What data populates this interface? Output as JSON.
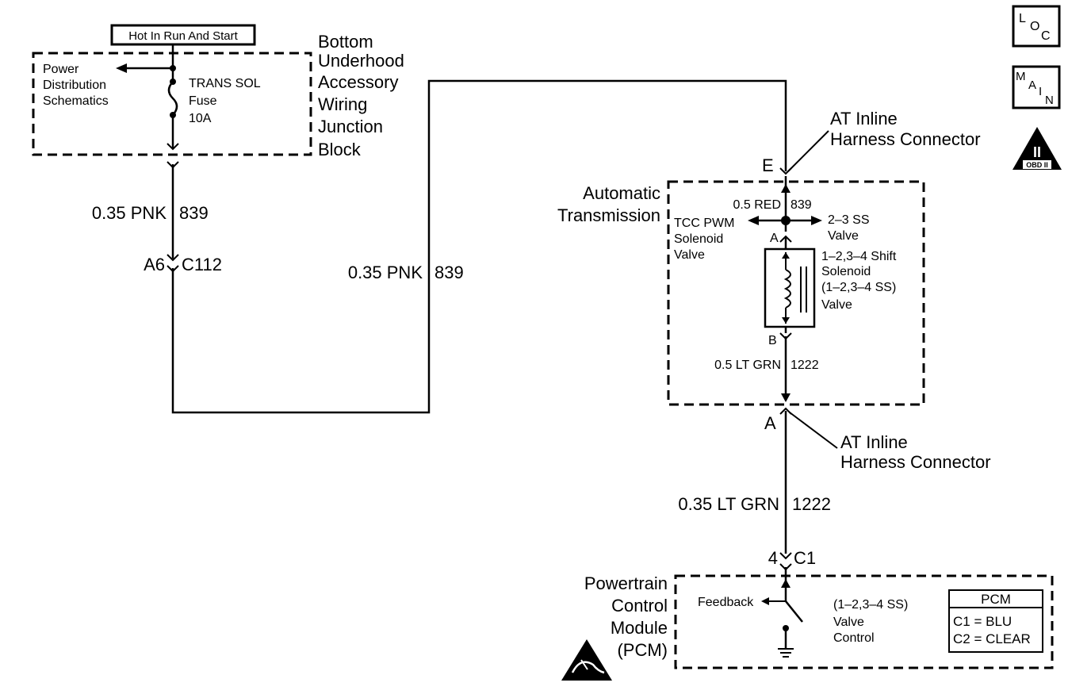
{
  "fuse_block": {
    "hot_label": "Hot In Run And Start",
    "name_lines": [
      "Bottom",
      "Underhood",
      "Accessory",
      "Wiring",
      "Junction",
      "Block"
    ],
    "power_dist_lines": [
      "Power",
      "Distribution",
      "Schematics"
    ],
    "fuse_lines": [
      "TRANS SOL",
      "Fuse",
      "10A"
    ]
  },
  "wires": {
    "w1_size_color": "0.35 PNK",
    "w1_circuit": "839",
    "c112_pin": "A6",
    "c112_name": "C112",
    "w2_size_color": "0.35 PNK",
    "w2_circuit": "839",
    "w3_size_color": "0.5 RED",
    "w3_circuit": "839",
    "w4_size_color": "0.5 LT GRN",
    "w4_circuit": "1222",
    "w5_size_color": "0.35 LT GRN",
    "w5_circuit": "1222",
    "c1_pin": "4",
    "c1_name": "C1"
  },
  "inline_connector": {
    "top_pin": "E",
    "top_label_lines": [
      "AT Inline",
      "Harness Connector"
    ],
    "bottom_pin": "A",
    "bottom_label_lines": [
      "AT Inline",
      "Harness Connector"
    ]
  },
  "transmission": {
    "name_lines": [
      "Automatic",
      "Transmission"
    ],
    "tcc_lines": [
      "TCC PWM",
      "Solenoid",
      "Valve"
    ],
    "ss23_lines": [
      "2–3 SS",
      "Valve"
    ],
    "pin_a": "A",
    "pin_b": "B",
    "solenoid_lines": [
      "1–2,3–4 Shift",
      "Solenoid",
      "(1–2,3–4 SS)",
      "Valve"
    ]
  },
  "pcm": {
    "name_lines": [
      "Powertrain",
      "Control",
      "Module",
      "(PCM)"
    ],
    "feedback_label": "Feedback",
    "control_lines": [
      "(1–2,3–4 SS)",
      "Valve",
      "Control"
    ],
    "legend_title": "PCM",
    "legend_lines": [
      "C1 = BLU",
      "C2 = CLEAR"
    ]
  },
  "icons": {
    "loc": [
      "L",
      "O",
      "C"
    ],
    "main": [
      "M",
      "A",
      "I",
      "N"
    ],
    "obd": [
      "II",
      "OBD II"
    ]
  }
}
